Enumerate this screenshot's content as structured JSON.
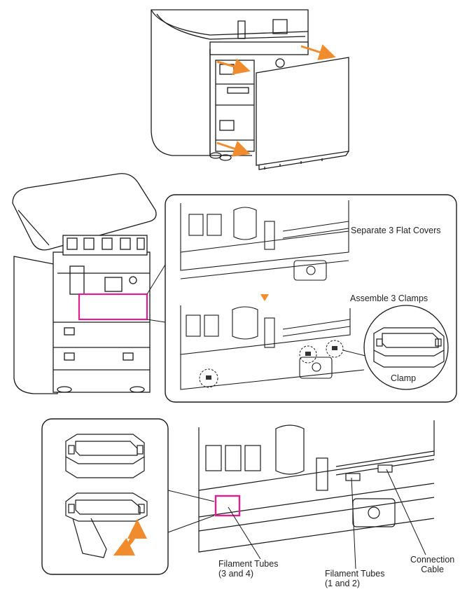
{
  "labels": {
    "separate_covers": "Separate 3 Flat Covers",
    "assemble_clamps": "Assemble 3 Clamps",
    "clamp": "Clamp",
    "filament_tubes_34_line1": "Filament Tubes",
    "filament_tubes_34_line2": "(3 and 4)",
    "filament_tubes_12_line1": "Filament Tubes",
    "filament_tubes_12_line2": "(1 and 2)",
    "connection_cable_line1": "Connection",
    "connection_cable_line2": "Cable"
  },
  "colors": {
    "arrow_orange": "#f08c2e",
    "highlight_magenta": "#e01e8c",
    "line": "#1a1a1a"
  }
}
